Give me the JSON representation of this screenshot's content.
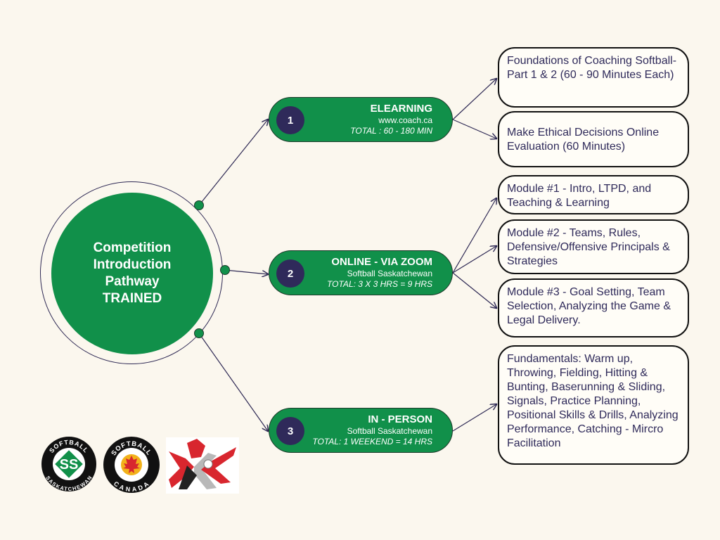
{
  "hub": {
    "lines": [
      "Competition",
      "Introduction",
      "Pathway",
      "TRAINED"
    ]
  },
  "steps": [
    {
      "number": "1",
      "title": "ELEARNING",
      "subtitle": "www.coach.ca",
      "total": "TOTAL : 60 - 180 MIN"
    },
    {
      "number": "2",
      "title": "ONLINE - VIA ZOOM",
      "subtitle": "Softball Saskatchewan",
      "total": "TOTAL: 3 X 3 HRS = 9 HRS"
    },
    {
      "number": "3",
      "title": "IN - PERSON",
      "subtitle": "Softball Saskatchewan",
      "total": "TOTAL: 1 WEEKEND = 14 HRS"
    }
  ],
  "modules": [
    "Foundations of Coaching Softball- Part 1 & 2 (60 - 90 Minutes Each)",
    "Make Ethical Decisions Online Evaluation (60 Minutes)",
    "Module #1 - Intro, LTPD, and Teaching & Learning",
    "Module #2 - Teams, Rules, Defensive/Offensive Principals & Strategies",
    "Module #3 - Goal Setting, Team Selection, Analyzing the Game & Legal Delivery.",
    "Fundamentals: Warm up, Throwing, Fielding, Hitting & Bunting, Baserunning & Sliding, Signals, Practice Planning, Positional Skills & Drills, Analyzing Performance, Catching - Mircro Facilitation"
  ],
  "logos": {
    "sask": {
      "top": "SOFTBALL",
      "bottom": "SASKATCHEWAN",
      "mark": "SS"
    },
    "canada": {
      "top": "SOFTBALL",
      "bottom": "CANADA"
    },
    "nccp": {}
  },
  "colors": {
    "green": "#11904a",
    "navy": "#2f2a5a",
    "background": "#fbf7ee",
    "red": "#d8262e"
  }
}
